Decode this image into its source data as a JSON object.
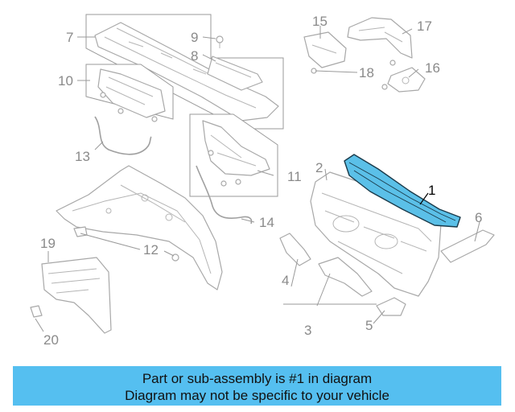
{
  "callouts": {
    "c1": "1",
    "c2": "2",
    "c3": "3",
    "c4": "4",
    "c5": "5",
    "c6": "6",
    "c7": "7",
    "c8": "8",
    "c9": "9",
    "c10": "10",
    "c11": "11",
    "c12": "12",
    "c13": "13",
    "c14": "14",
    "c15": "15",
    "c16": "16",
    "c17": "17",
    "c18": "18",
    "c19": "19",
    "c20": "20"
  },
  "colors": {
    "highlight": "#5bc0e8",
    "banner": "#55bff0"
  },
  "banner": {
    "line1": "Part or sub-assembly is #1 in diagram",
    "line2": "Diagram may not be specific to your vehicle"
  }
}
